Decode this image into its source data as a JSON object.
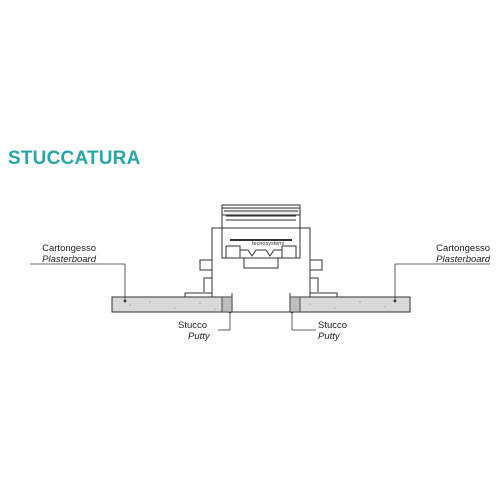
{
  "title": "STUCCATURA",
  "accent_color": "#2aa6a6",
  "line_color": "#333333",
  "board_fill": "#d9d9d9",
  "labels": {
    "left_board": {
      "it": "Cartongesso",
      "en": "Plasterboard"
    },
    "right_board": {
      "it": "Cartongesso",
      "en": "Plasterboard"
    },
    "left_putty": {
      "it": "Stucco",
      "en": "Putty"
    },
    "right_putty": {
      "it": "Stucco",
      "en": "Putty"
    }
  },
  "profile_logo_text": "tecnosystemi"
}
